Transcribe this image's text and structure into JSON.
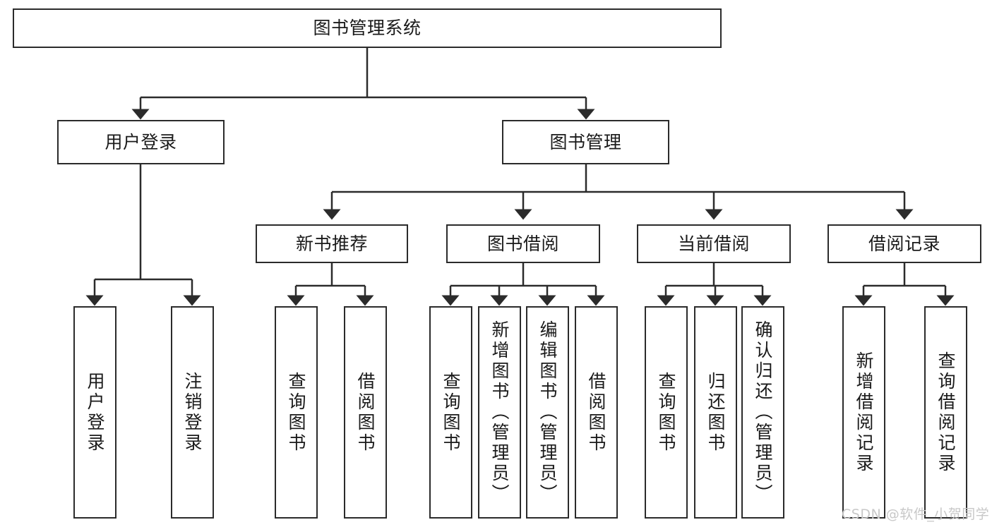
{
  "diagram": {
    "title_node": "图书管理系统",
    "type": "hierarchy-tree",
    "level2": [
      {
        "id": "user-login",
        "label": "用户登录"
      },
      {
        "id": "book-manage",
        "label": "图书管理"
      }
    ],
    "level3": [
      {
        "id": "new-book-recommend",
        "label": "新书推荐"
      },
      {
        "id": "book-borrow",
        "label": "图书借阅"
      },
      {
        "id": "current-borrow",
        "label": "当前借阅"
      },
      {
        "id": "borrow-record",
        "label": "借阅记录"
      }
    ],
    "leaves": {
      "user_login": [
        {
          "id": "leaf-user-login",
          "label": "用户登录"
        },
        {
          "id": "leaf-logout-login",
          "label": "注销登录"
        }
      ],
      "new_book_recommend": [
        {
          "id": "leaf-query-book-1",
          "label": "查询图书"
        },
        {
          "id": "leaf-borrow-book-1",
          "label": "借阅图书"
        }
      ],
      "book_borrow": [
        {
          "id": "leaf-query-book-2",
          "label": "查询图书"
        },
        {
          "id": "leaf-add-book",
          "label": "新增图书（管理员）"
        },
        {
          "id": "leaf-edit-book",
          "label": "编辑图书（管理员）"
        },
        {
          "id": "leaf-borrow-book-2",
          "label": "借阅图书"
        }
      ],
      "current_borrow": [
        {
          "id": "leaf-query-book-3",
          "label": "查询图书"
        },
        {
          "id": "leaf-return-book",
          "label": "归还图书"
        },
        {
          "id": "leaf-confirm-return",
          "label": "确认归还（管理员）"
        }
      ],
      "borrow_record": [
        {
          "id": "leaf-add-borrow-record",
          "label": "新增借阅记录"
        },
        {
          "id": "leaf-query-borrow-record",
          "label": "查询借阅记录"
        }
      ]
    }
  },
  "watermark": {
    "text": "CSDN @软件_小贺同学"
  },
  "colors": {
    "stroke": "#2b2b2b",
    "background": "#ffffff",
    "text": "#1a1a1a",
    "watermark": "#c8c8c8"
  }
}
